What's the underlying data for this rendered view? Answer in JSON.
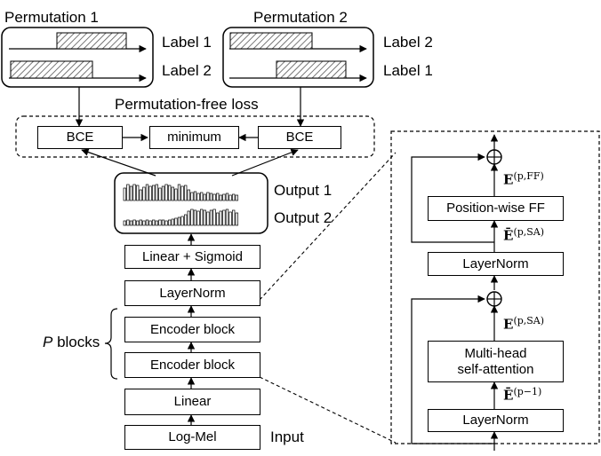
{
  "permutation_1": {
    "title": "Permutation 1",
    "labels": [
      "Label 1",
      "Label 2"
    ]
  },
  "permutation_2": {
    "title": "Permutation 2",
    "labels": [
      "Label 2",
      "Label 1"
    ]
  },
  "loss": {
    "title": "Permutation-free loss",
    "left_bce": "BCE",
    "minimum": "minimum",
    "right_bce": "BCE"
  },
  "outputs": {
    "output_1": "Output 1",
    "output_2": "Output 2"
  },
  "stack": {
    "linear_sigmoid": "Linear + Sigmoid",
    "layernorm": "LayerNorm",
    "encoder_block_top": "Encoder block",
    "encoder_block_bottom": "Encoder block",
    "linear": "Linear",
    "log_mel": "Log-Mel",
    "input": "Input",
    "p_blocks_italic": "P",
    "p_blocks_text": " blocks"
  },
  "encoder_detail": {
    "position_wise_ff": "Position-wise FF",
    "layernorm_top": "LayerNorm",
    "multi_head_line1": "Multi-head",
    "multi_head_line2": "self-attention",
    "layernorm_bottom": "LayerNorm",
    "e_ff": {
      "base": "E",
      "sup": "(p,FF)"
    },
    "ebar_sa": {
      "base": "Ē",
      "sup": "(p,SA)"
    },
    "e_sa": {
      "base": "E",
      "sup": "(p,SA)"
    },
    "ebar_prev": {
      "base": "Ē",
      "sup": "(p−1)"
    }
  },
  "colors": {
    "line": "#000000",
    "hatch": "#555555",
    "background": "#ffffff"
  }
}
